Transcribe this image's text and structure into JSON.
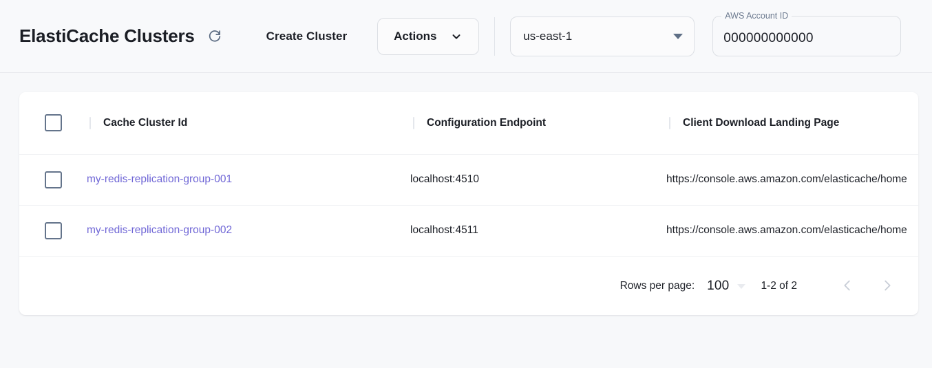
{
  "header": {
    "title": "ElastiCache Clusters",
    "refresh_icon": "refresh-icon",
    "create_cluster_label": "Create Cluster",
    "actions_label": "Actions",
    "actions_caret_icon": "chevron-down-icon",
    "region": {
      "value": "us-east-1",
      "caret_icon": "triangle-down-icon"
    },
    "account": {
      "label": "AWS Account ID",
      "value": "000000000000",
      "placeholder": "AWS Account ID"
    }
  },
  "table": {
    "select_all_checkbox": "",
    "columns": [
      "Cache Cluster Id",
      "Configuration Endpoint",
      "Client Download Landing Page"
    ],
    "rows": [
      {
        "cluster_id": "my-redis-replication-group-001",
        "endpoint": "localhost:4510",
        "landing_page": "https://console.aws.amazon.com/elasticache/home"
      },
      {
        "cluster_id": "my-redis-replication-group-002",
        "endpoint": "localhost:4511",
        "landing_page": "https://console.aws.amazon.com/elasticache/home"
      }
    ]
  },
  "pagination": {
    "rows_per_page_label": "Rows per page:",
    "rows_per_page_value": "100",
    "range_label": "1-2 of 2",
    "prev_icon": "chevron-left-icon",
    "next_icon": "chevron-right-icon"
  },
  "colors": {
    "link": "#6f66d6",
    "page_bg": "#f7f8fa",
    "card_bg": "#ffffff",
    "checkbox_border": "#64748b"
  }
}
